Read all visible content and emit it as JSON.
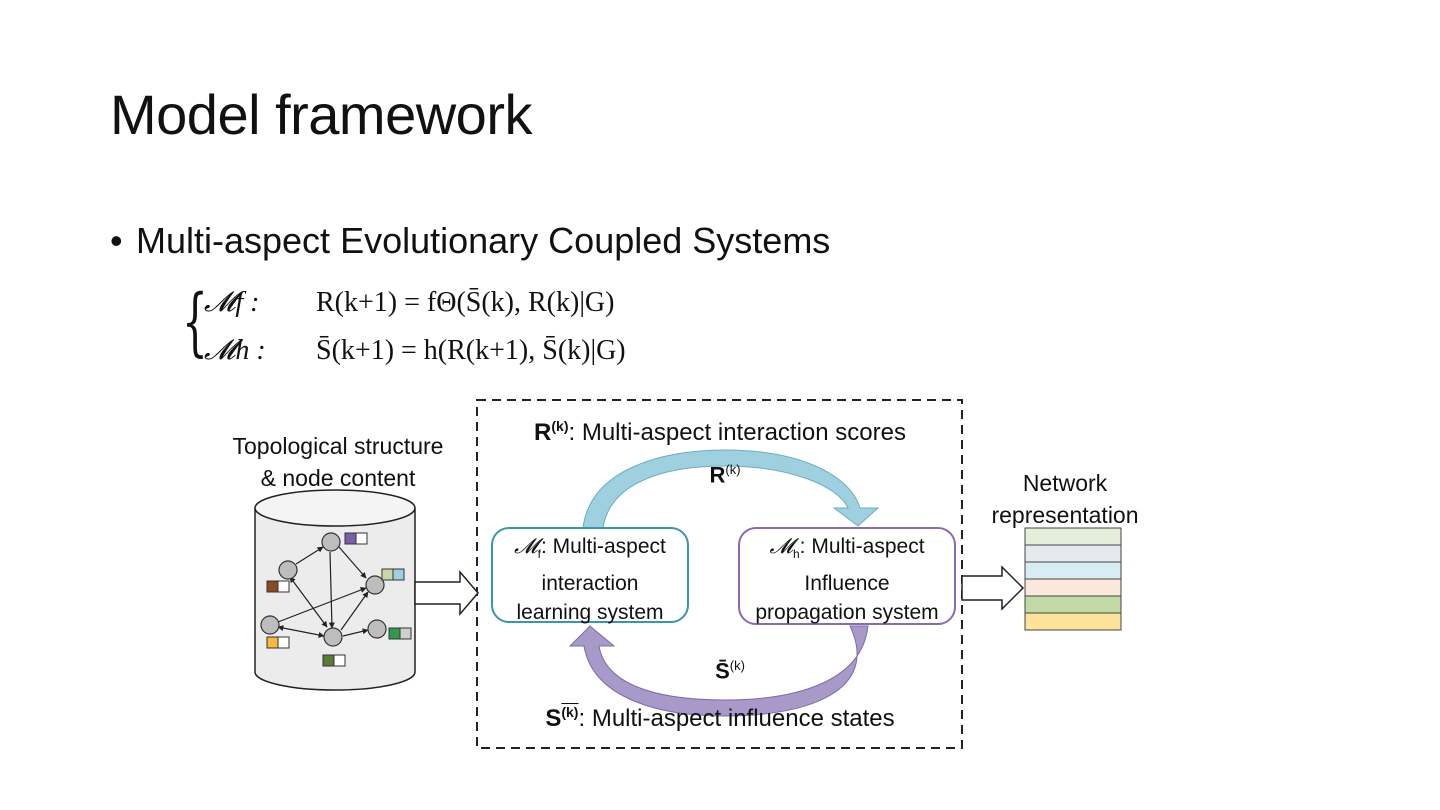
{
  "slide": {
    "title": "Model framework",
    "bullet": "Multi-aspect Evolutionary Coupled Systems"
  },
  "equations": {
    "mf_label": "𝓜f :",
    "mf_rhs": "R(k+1) = fΘ(S̄(k), R(k)|G)",
    "mh_label": "𝓜h :",
    "mh_rhs": "S̄(k+1) = h(R(k+1), S̄(k)|G)"
  },
  "diagram": {
    "input_label_line1": "Topological structure",
    "input_label_line2": "& node content",
    "top_label_sym": "R",
    "top_label_sup": "(k)",
    "top_label_text": ": Multi-aspect interaction scores",
    "bottom_label_sym": "S",
    "bottom_label_sup": "(k)",
    "bottom_label_text": ": Multi-aspect influence states",
    "arrow_top_sym": "R",
    "arrow_top_sup": "(k)",
    "arrow_bottom_sym": "S̄",
    "arrow_bottom_sup": "(k)",
    "mf_box": {
      "sym": "𝓜",
      "sub": "f",
      "line1": ": Multi-aspect",
      "line2": "interaction",
      "line3": "learning system"
    },
    "mh_box": {
      "sym": "𝓜",
      "sub": "h",
      "line1": ": Multi-aspect",
      "line2": "Influence",
      "line3": "propagation system"
    },
    "output_label_line1": "Network",
    "output_label_line2": "representation",
    "colors": {
      "mf_border": "#3a97a8",
      "mh_border": "#8a6bb0",
      "arrow_top": "#9fd0e0",
      "arrow_bottom": "#a799c8",
      "output_stack": [
        "#e3efd9",
        "#e8e8ef",
        "#d8edf3",
        "#fbe7dc",
        "#c2d9a7",
        "#fde39a"
      ],
      "node_tags": [
        "#7a5ea8",
        "#8b4a20",
        "#c8d9a8",
        "#f5b942",
        "#2f9a4a",
        "#5b7a38"
      ]
    }
  }
}
